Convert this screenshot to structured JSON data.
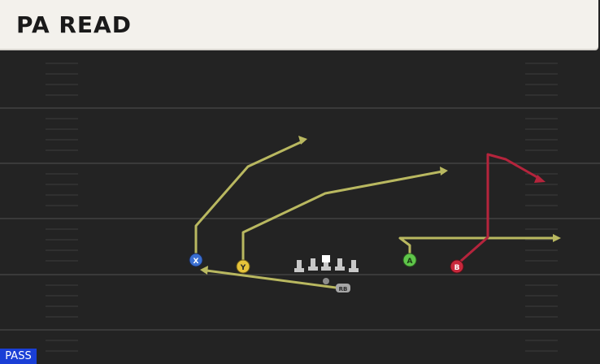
{
  "play": {
    "title": "PA READ",
    "mode": "PASS"
  },
  "colors": {
    "route": "#b9b860",
    "read_route": "#b5243c",
    "x_receiver": "#3a6fd1",
    "y_receiver": "#e6c33a",
    "a_receiver": "#5fc64a",
    "b_receiver": "#c8283c",
    "lineman": "#c8c8c8",
    "field": "#232323"
  },
  "players": {
    "x": {
      "label": "X"
    },
    "y": {
      "label": "Y"
    },
    "a": {
      "label": "A"
    },
    "b": {
      "label": "B"
    },
    "rb": {
      "label": "RB"
    }
  }
}
